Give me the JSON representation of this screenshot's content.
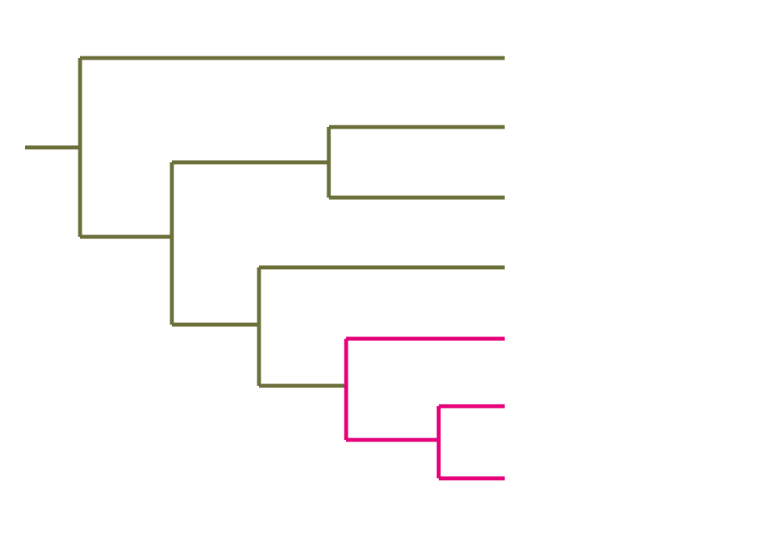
{
  "colors": {
    "background": "#ffffff",
    "default_branch": "#6b6f3a",
    "highlight_branch": "#e6007a"
  },
  "tree": {
    "leaf_count": 7,
    "leaves": [
      "",
      "",
      "",
      "",
      "",
      "",
      ""
    ],
    "highlighted_clade": [
      4,
      5,
      6
    ]
  }
}
